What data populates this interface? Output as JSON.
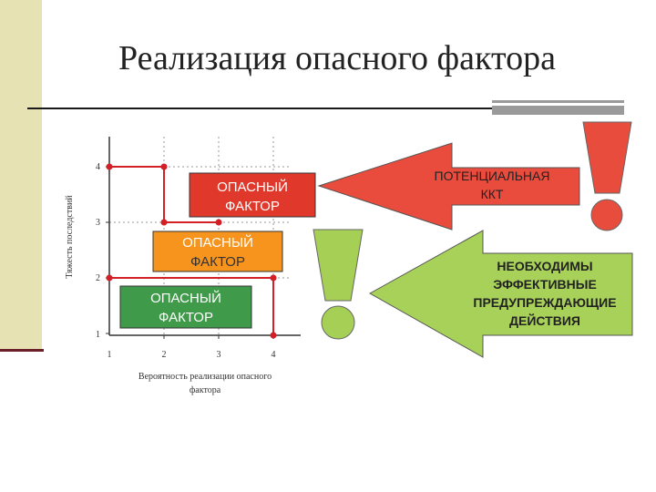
{
  "title": "Реализация опасного фактора",
  "chart": {
    "y_axis_label": "Тяжесть последствий",
    "x_axis_label_line1": "Вероятность реализации опасного",
    "x_axis_label_line2": "фактора",
    "y_ticks": [
      "1",
      "2",
      "3",
      "4"
    ],
    "x_ticks": [
      "1",
      "2",
      "3",
      "4"
    ],
    "boxes": [
      {
        "line1": "ОПАСНЫЙ",
        "line2": "ФАКТОР",
        "color": "#e0392b"
      },
      {
        "line1": "ОПАСНЫЙ",
        "line2": "ФАКТОР",
        "color": "#f7941d"
      },
      {
        "line1": "ОПАСНЫЙ",
        "line2": "ФАКТОР",
        "color": "#3f9a4a"
      }
    ],
    "point_color": "#d31f26"
  },
  "arrows": {
    "top": {
      "line1": "ПОТЕНЦИАЛЬНАЯ",
      "line2": "ККТ",
      "color": "#e94b3c"
    },
    "bottom": {
      "line1": "НЕОБХОДИМЫ",
      "line2": "ЭФФЕКТИВНЫЕ",
      "line3": "ПРЕДУПРЕЖДАЮЩИЕ",
      "line4": "ДЕЙСТВИЯ",
      "color": "#a8d159"
    }
  },
  "exclamations": {
    "red": {
      "color": "#e74c3c"
    },
    "green": {
      "color": "#a6cf55"
    }
  }
}
